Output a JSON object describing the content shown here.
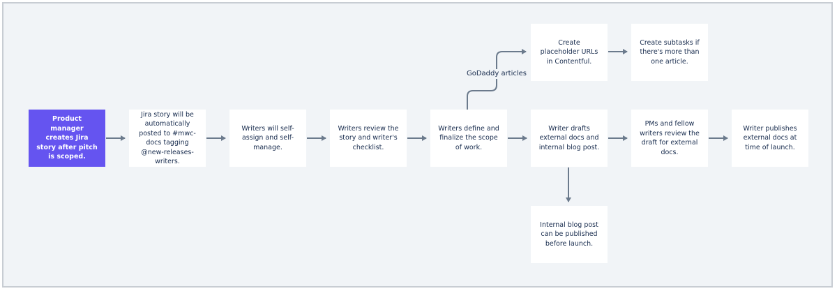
{
  "colors": {
    "start_node": "#6554f0",
    "node": "#ffffff",
    "arrow": "#6b7a8c",
    "canvas": "#f1f4f7"
  },
  "nodes": {
    "pm_creates_story": "Product manager creates Jira story after pitch is scoped.",
    "story_posted": "Jira story will be automatically posted to #mwc-docs tagging @new-releases-writers.",
    "self_assign": "Writers will self-assign and self-manage.",
    "review_checklist": "Writers review the story and writer's checklist.",
    "define_scope": "Writers define and finalize the scope of work.",
    "placeholder_urls": "Create placeholder URLs in Contentful.",
    "create_subtasks": "Create subtasks if there's more than one article.",
    "draft_docs": "Writer drafts external docs and internal blog post.",
    "pm_review": "PMs and fellow writers review the draft for external docs.",
    "publish_external": "Writer publishes external docs at time of launch.",
    "internal_blog": "Internal blog post can be published before launch."
  },
  "edge_labels": {
    "godaddy_articles": "GoDaddy articles"
  }
}
